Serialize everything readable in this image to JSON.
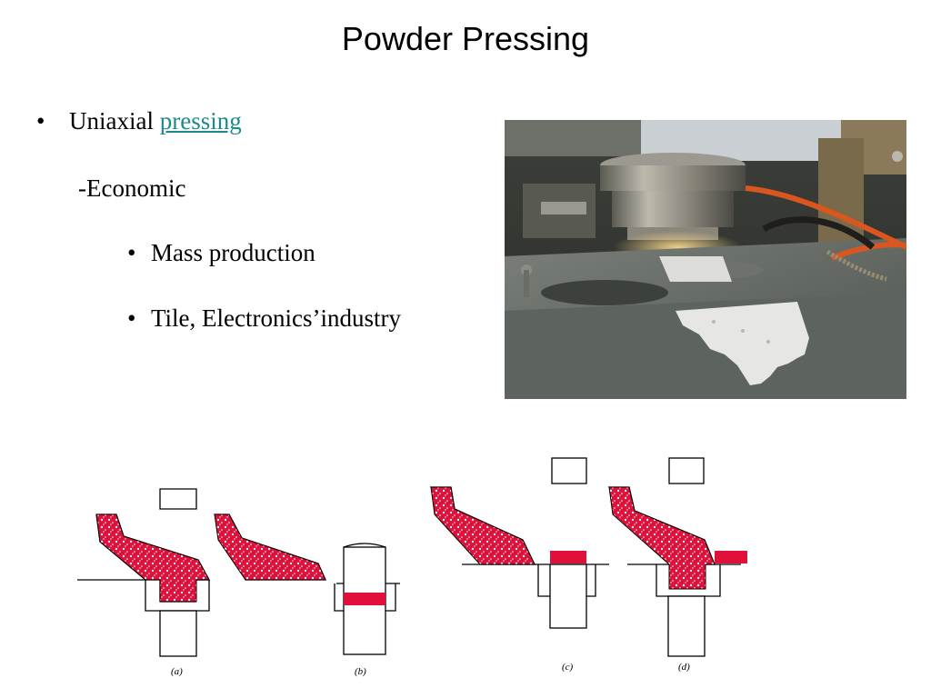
{
  "slide": {
    "title": "Powder Pressing"
  },
  "bullets": {
    "main_prefix": "Uniaxial ",
    "main_link": "pressing",
    "dash_item": "-Economic",
    "sub_items": [
      "Mass production",
      "Tile, Electronics’industry"
    ]
  },
  "diagram": {
    "captions": [
      "(a)",
      "(b)",
      "(c)",
      "(d)"
    ],
    "powder_color": "#e0103a"
  },
  "photo": {
    "icon": "pressing-machine-photo"
  }
}
